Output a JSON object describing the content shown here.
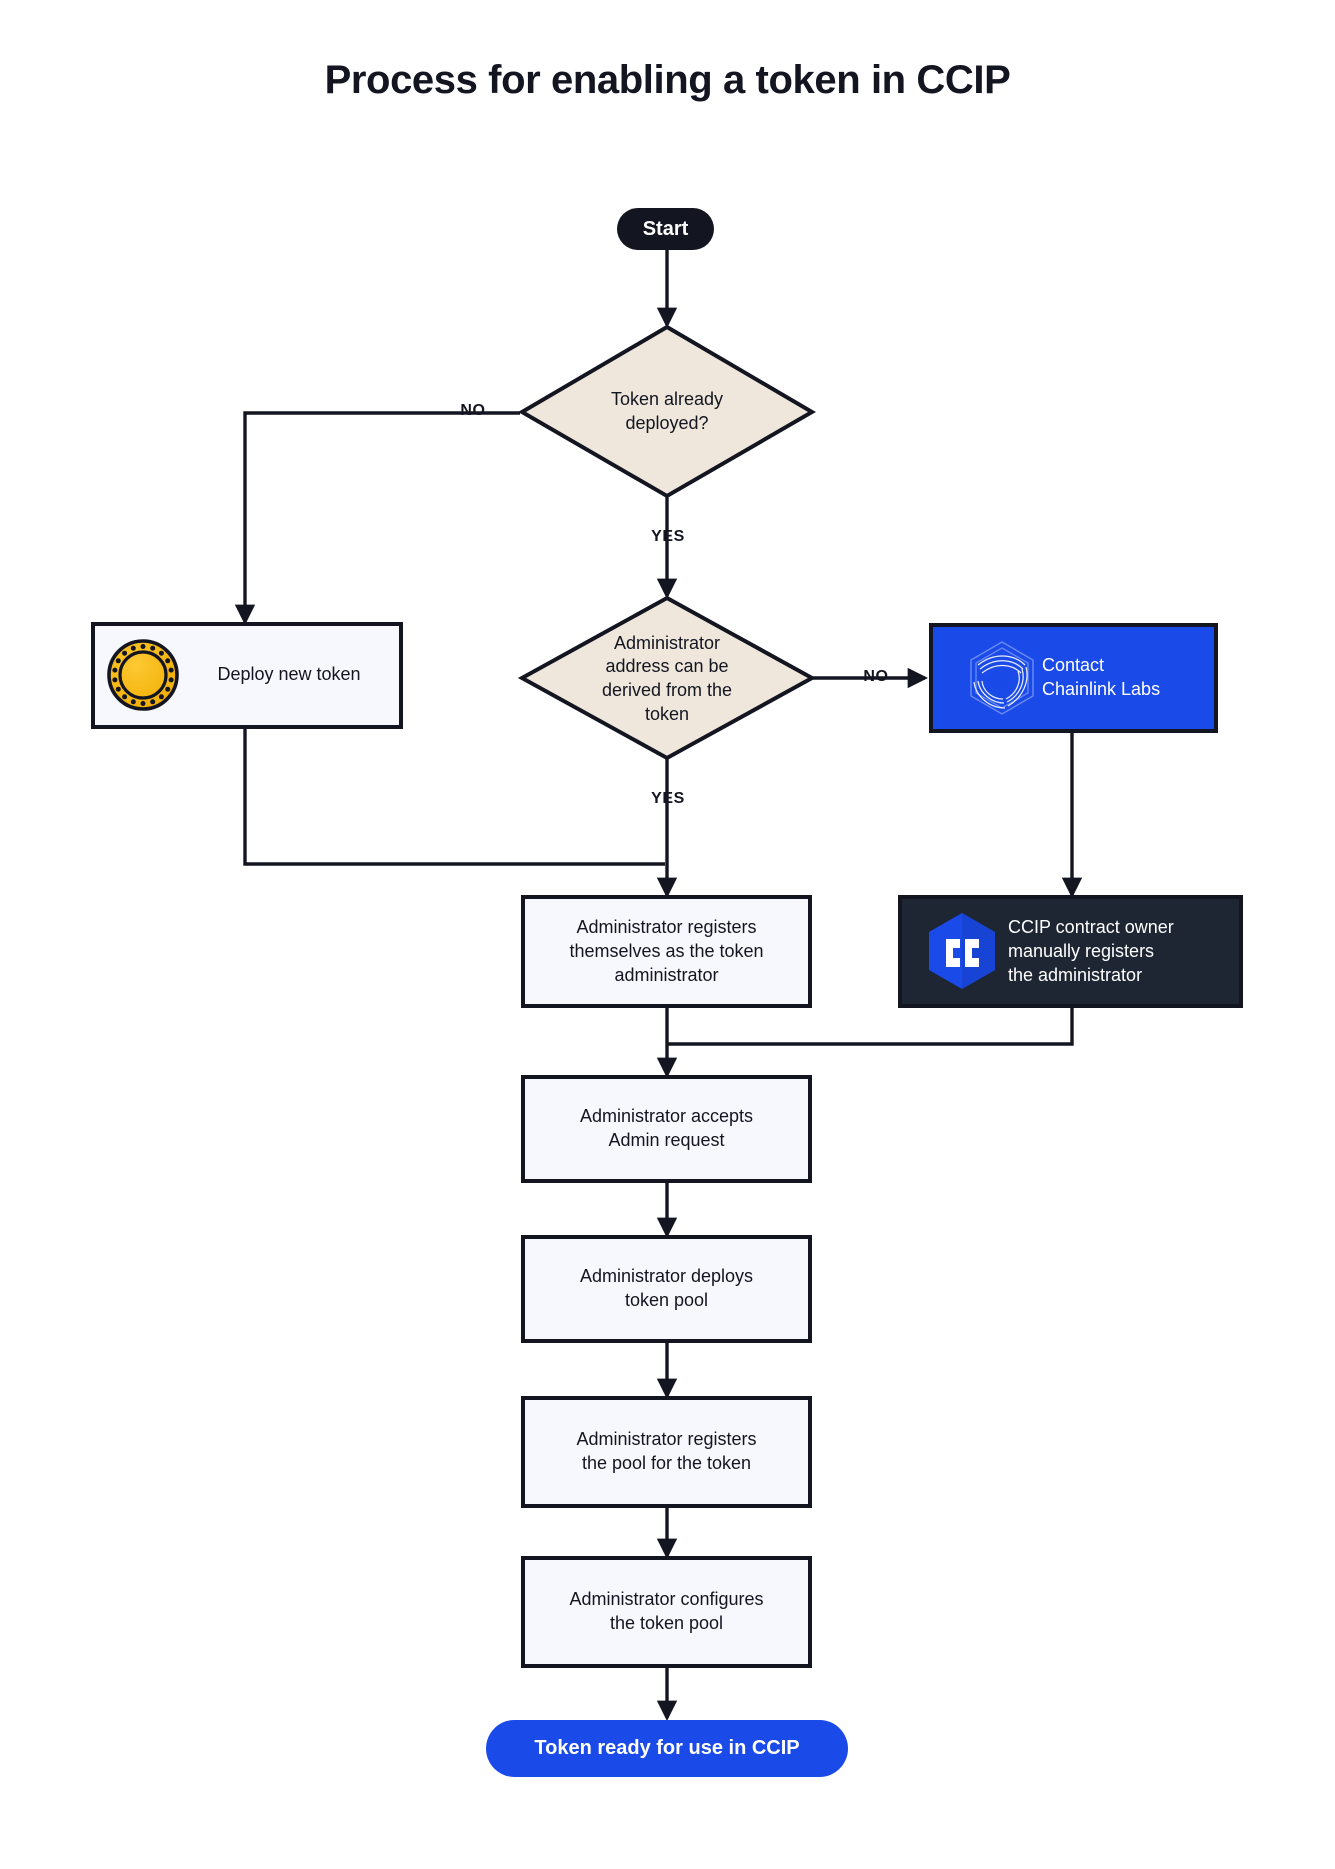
{
  "title": "Process for enabling a token in CCIP",
  "colors": {
    "background": "#ffffff",
    "ink": "#131521",
    "stroke": "#131521",
    "process_fill": "#f6f8fd",
    "decision_fill": "#efe7dc",
    "chainlink_blue": "#1a4ae8",
    "ccip_dark": "#1e2633",
    "coin_gold": "#f5b91a",
    "white": "#ffffff"
  },
  "nodes": {
    "start": {
      "label": "Start",
      "shape": "pill",
      "fill": "#131521",
      "text_color": "#ffffff"
    },
    "decision_token_deployed": {
      "label": "Token already\ndeployed?",
      "shape": "diamond",
      "fill": "#efe7dc"
    },
    "deploy_new_token": {
      "label": "Deploy new token",
      "shape": "rect",
      "fill": "#f6f8fd",
      "icon": "gold-coin-icon"
    },
    "decision_admin_derived": {
      "label": "Administrator\naddress can be\nderived from the\ntoken",
      "shape": "diamond",
      "fill": "#efe7dc"
    },
    "contact_chainlink_labs": {
      "label": "Contact\nChainlink Labs",
      "shape": "rect",
      "fill": "#1a4ae8",
      "text_color": "#ffffff",
      "icon": "chainlink-logo-icon"
    },
    "admin_registers_self": {
      "label": "Administrator registers\nthemselves as the token\nadministrator",
      "shape": "rect",
      "fill": "#f6f8fd"
    },
    "ccip_owner_registers": {
      "label": "CCIP contract owner\nmanually registers\nthe administrator",
      "shape": "rect",
      "fill": "#1e2633",
      "text_color": "#ffffff",
      "icon": "ccip-logo-icon"
    },
    "admin_accepts_request": {
      "label": "Administrator accepts\nAdmin request",
      "shape": "rect",
      "fill": "#f6f8fd"
    },
    "admin_deploys_pool": {
      "label": "Administrator deploys\ntoken pool",
      "shape": "rect",
      "fill": "#f6f8fd"
    },
    "admin_registers_pool": {
      "label": "Administrator registers\nthe pool for the token",
      "shape": "rect",
      "fill": "#f6f8fd"
    },
    "admin_configures_pool": {
      "label": "Administrator configures\nthe token pool",
      "shape": "rect",
      "fill": "#f6f8fd"
    },
    "end_token_ready": {
      "label": "Token ready for use in CCIP",
      "shape": "pill",
      "fill": "#1a4ae8",
      "text_color": "#ffffff"
    }
  },
  "edge_labels": {
    "no_token_deployed": "NO",
    "yes_token_deployed": "YES",
    "no_admin_derived": "NO",
    "yes_admin_derived": "YES"
  }
}
